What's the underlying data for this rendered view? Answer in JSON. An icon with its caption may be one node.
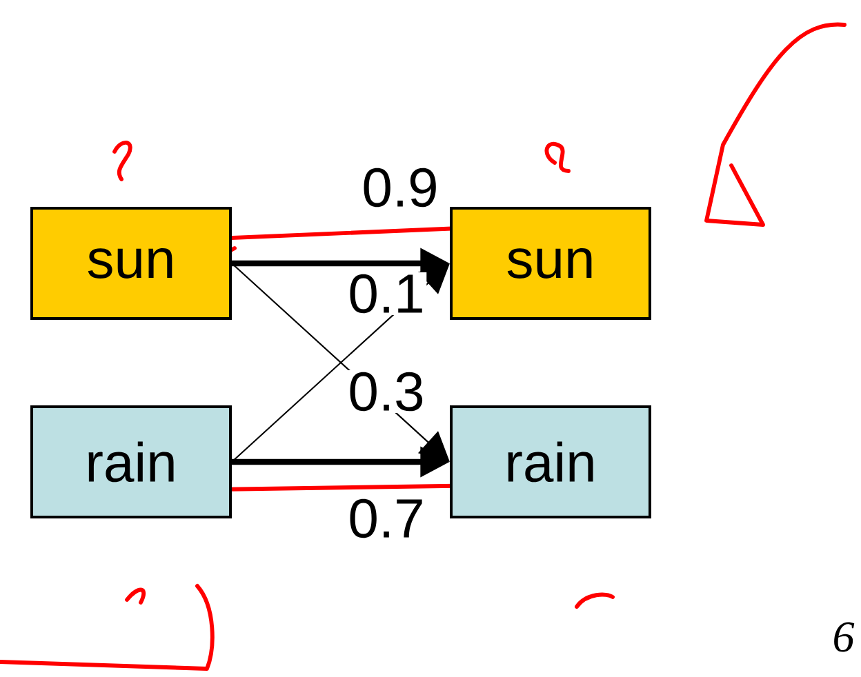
{
  "diagram": {
    "nodes": [
      {
        "text": [
          "sun"
        ]
      },
      {
        "text": [
          "sun"
        ]
      },
      {
        "text": [
          "rain"
        ]
      },
      {
        "text": [
          "rain"
        ]
      }
    ],
    "edges": [
      {
        "from": 0,
        "to": 1,
        "arrow": "to",
        "label": "0.9",
        "style": "thick"
      },
      {
        "from": 2,
        "to": 1,
        "arrow": "to",
        "label": "0.1"
      },
      {
        "from": 0,
        "to": 3,
        "arrow": "to",
        "label": "0.3"
      },
      {
        "from": 2,
        "to": 3,
        "arrow": "to",
        "label": "0.7",
        "style": "thick"
      }
    ],
    "labels": [
      "6"
    ]
  }
}
